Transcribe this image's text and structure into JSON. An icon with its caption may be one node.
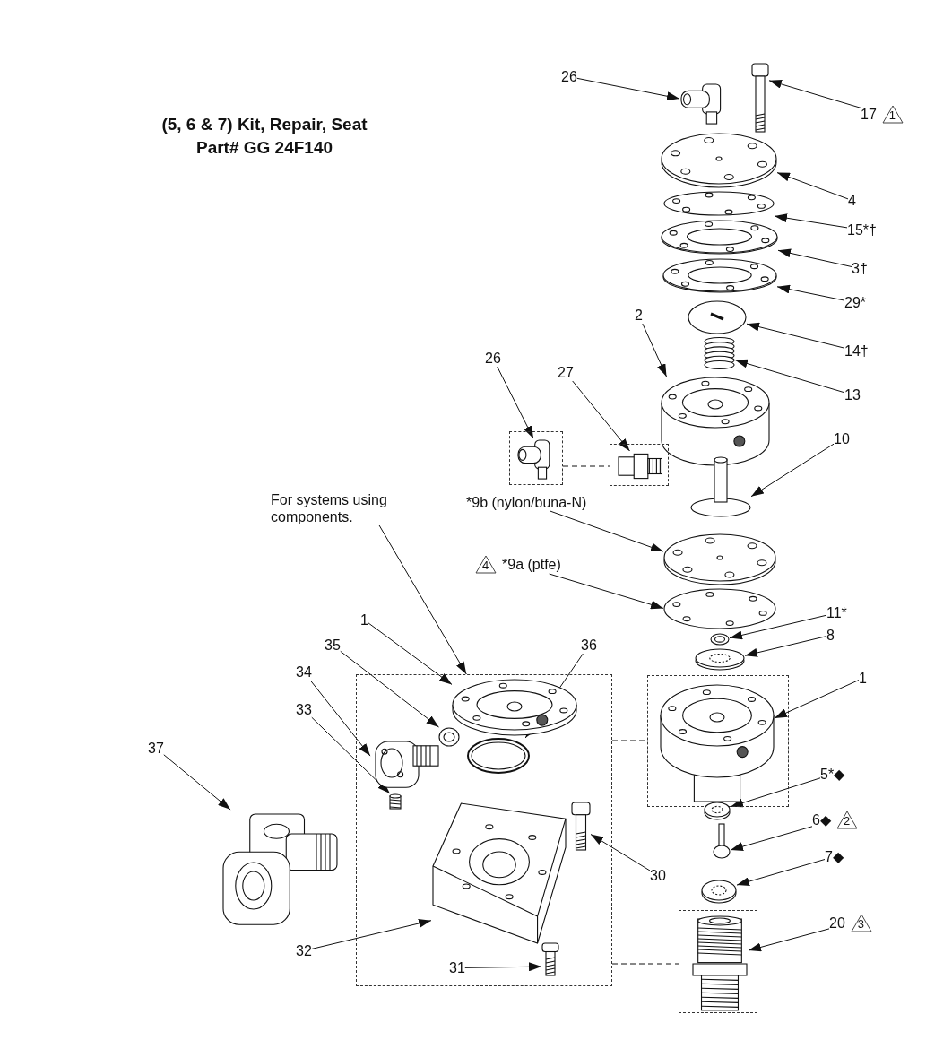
{
  "diagram": {
    "title": "(5, 6 & 7) Kit, Repair, Seat",
    "nodes": [
      {
        "text": [
          "26"
        ]
      },
      {
        "text": [],
        "shape": "picture"
      },
      {
        "text": [
          "17",
          "1"
        ]
      },
      {
        "text": [],
        "shape": "picture"
      },
      {
        "text": [
          "4"
        ]
      },
      {
        "text": [],
        "shape": "picture"
      },
      {
        "text": [
          "15*†"
        ]
      },
      {
        "text": [],
        "shape": "picture"
      },
      {
        "text": [
          "3†"
        ]
      },
      {
        "text": [],
        "shape": "picture"
      },
      {
        "text": [
          "29*"
        ]
      },
      {
        "text": [],
        "shape": "picture"
      },
      {
        "text": [
          "2"
        ]
      },
      {
        "text": [
          "26"
        ]
      },
      {
        "text": [
          "27"
        ]
      },
      {
        "text": [
          "14†"
        ]
      },
      {
        "text": [],
        "shape": "picture"
      },
      {
        "text": [
          "13"
        ]
      },
      {
        "text": [],
        "shape": "picture"
      },
      {
        "text": [],
        "shape": "picture"
      },
      {
        "text": [],
        "shape": "box"
      },
      {
        "text": [],
        "shape": "picture",
        "in": 20
      },
      {
        "text": [],
        "shape": "box"
      },
      {
        "text": [],
        "shape": "picture",
        "in": 22
      },
      {
        "text": [
          "10"
        ]
      },
      {
        "text": [],
        "shape": "picture"
      },
      {
        "text": [
          "For systems using components."
        ]
      },
      {
        "text": [
          "*9b (nylon/buna-N)"
        ]
      },
      {
        "text": [],
        "shape": "picture"
      },
      {
        "text": [
          "4",
          "*9a (ptfe)"
        ]
      },
      {
        "text": [],
        "shape": "picture"
      },
      {
        "text": [
          "11*"
        ]
      },
      {
        "text": [],
        "shape": "picture"
      },
      {
        "text": [
          "8"
        ]
      },
      {
        "text": [],
        "shape": "picture"
      },
      {
        "text": [
          "1"
        ]
      },
      {
        "text": [
          "35"
        ]
      },
      {
        "text": [
          "36"
        ]
      },
      {
        "text": [
          "34"
        ]
      },
      {
        "text": [
          "1"
        ]
      },
      {
        "text": [],
        "shape": "box"
      },
      {
        "text": [],
        "shape": "picture",
        "in": 40
      },
      {
        "text": [],
        "shape": "picture",
        "in": 40
      },
      {
        "text": [],
        "shape": "picture",
        "in": 40
      },
      {
        "text": [],
        "shape": "picture",
        "in": 40
      },
      {
        "text": [
          "37"
        ]
      },
      {
        "text": [
          "33"
        ]
      },
      {
        "text": [],
        "shape": "picture",
        "in": 40
      },
      {
        "text": [],
        "shape": "picture"
      },
      {
        "text": [],
        "shape": "box"
      },
      {
        "text": [],
        "shape": "picture",
        "in": 49
      },
      {
        "text": [
          "5*◆"
        ]
      },
      {
        "text": [],
        "shape": "picture"
      },
      {
        "text": [
          "6◆",
          "2"
        ]
      },
      {
        "text": [],
        "shape": "picture"
      },
      {
        "text": [
          "30"
        ]
      },
      {
        "text": [],
        "shape": "picture",
        "in": 40
      },
      {
        "text": [
          "7◆"
        ]
      },
      {
        "text": [],
        "shape": "picture"
      },
      {
        "text": [],
        "shape": "picture",
        "in": 40
      },
      {
        "text": [
          "20",
          "3"
        ]
      },
      {
        "text": [],
        "shape": "box"
      },
      {
        "text": [],
        "shape": "picture",
        "in": 61
      },
      {
        "text": [
          "32"
        ]
      },
      {
        "text": [
          "31"
        ],
        "in": 40
      },
      {
        "text": [],
        "shape": "picture",
        "in": 40
      }
    ],
    "edges": [
      {
        "from": 0,
        "to": 1,
        "arrow": "to"
      },
      {
        "from": 2,
        "to": 3,
        "arrow": "to"
      },
      {
        "from": 4,
        "to": 5,
        "arrow": "to"
      },
      {
        "from": 6,
        "to": 7,
        "arrow": "to"
      },
      {
        "from": 8,
        "to": 9,
        "arrow": "to"
      },
      {
        "from": 10,
        "to": 11,
        "arrow": "to"
      },
      {
        "from": 12,
        "to": 19,
        "arrow": "to"
      },
      {
        "from": 13,
        "to": 21,
        "arrow": "to"
      },
      {
        "from": 14,
        "to": 23,
        "arrow": "to"
      },
      {
        "from": 15,
        "to": 16,
        "arrow": "to"
      },
      {
        "from": 17,
        "to": 18,
        "arrow": "to"
      },
      {
        "from": 24,
        "to": 25,
        "arrow": "to"
      },
      {
        "from": 26,
        "to": 40,
        "arrow": "to"
      },
      {
        "from": 27,
        "to": 28,
        "arrow": "to"
      },
      {
        "from": 29,
        "to": 30,
        "arrow": "to"
      },
      {
        "from": 31,
        "to": 32,
        "arrow": "to"
      },
      {
        "from": 33,
        "to": 34,
        "arrow": "to"
      },
      {
        "from": 35,
        "to": 41,
        "arrow": "to"
      },
      {
        "from": 36,
        "to": 43,
        "arrow": "to"
      },
      {
        "from": 37,
        "to": 42,
        "arrow": "to"
      },
      {
        "from": 38,
        "to": 44,
        "arrow": "to"
      },
      {
        "from": 39,
        "to": 50,
        "arrow": "to"
      },
      {
        "from": 45,
        "to": 48,
        "arrow": "to"
      },
      {
        "from": 46,
        "to": 47,
        "arrow": "to"
      },
      {
        "from": 51,
        "to": 52,
        "arrow": "to"
      },
      {
        "from": 53,
        "to": 54,
        "arrow": "to"
      },
      {
        "from": 55,
        "to": 56,
        "arrow": "to"
      },
      {
        "from": 57,
        "to": 58,
        "arrow": "to"
      },
      {
        "from": 60,
        "to": 62,
        "arrow": "to"
      },
      {
        "from": 63,
        "to": 59,
        "arrow": "to"
      },
      {
        "from": 64,
        "to": 65,
        "arrow": "to"
      },
      {
        "from": 20,
        "to": 22,
        "arrow": "none",
        "style": "dashed"
      },
      {
        "from": 40,
        "to": 49,
        "arrow": "none",
        "style": "dashed"
      },
      {
        "from": 40,
        "to": 61,
        "arrow": "none",
        "style": "dashed"
      }
    ],
    "labels": [
      "Part# GG 24F140"
    ]
  }
}
